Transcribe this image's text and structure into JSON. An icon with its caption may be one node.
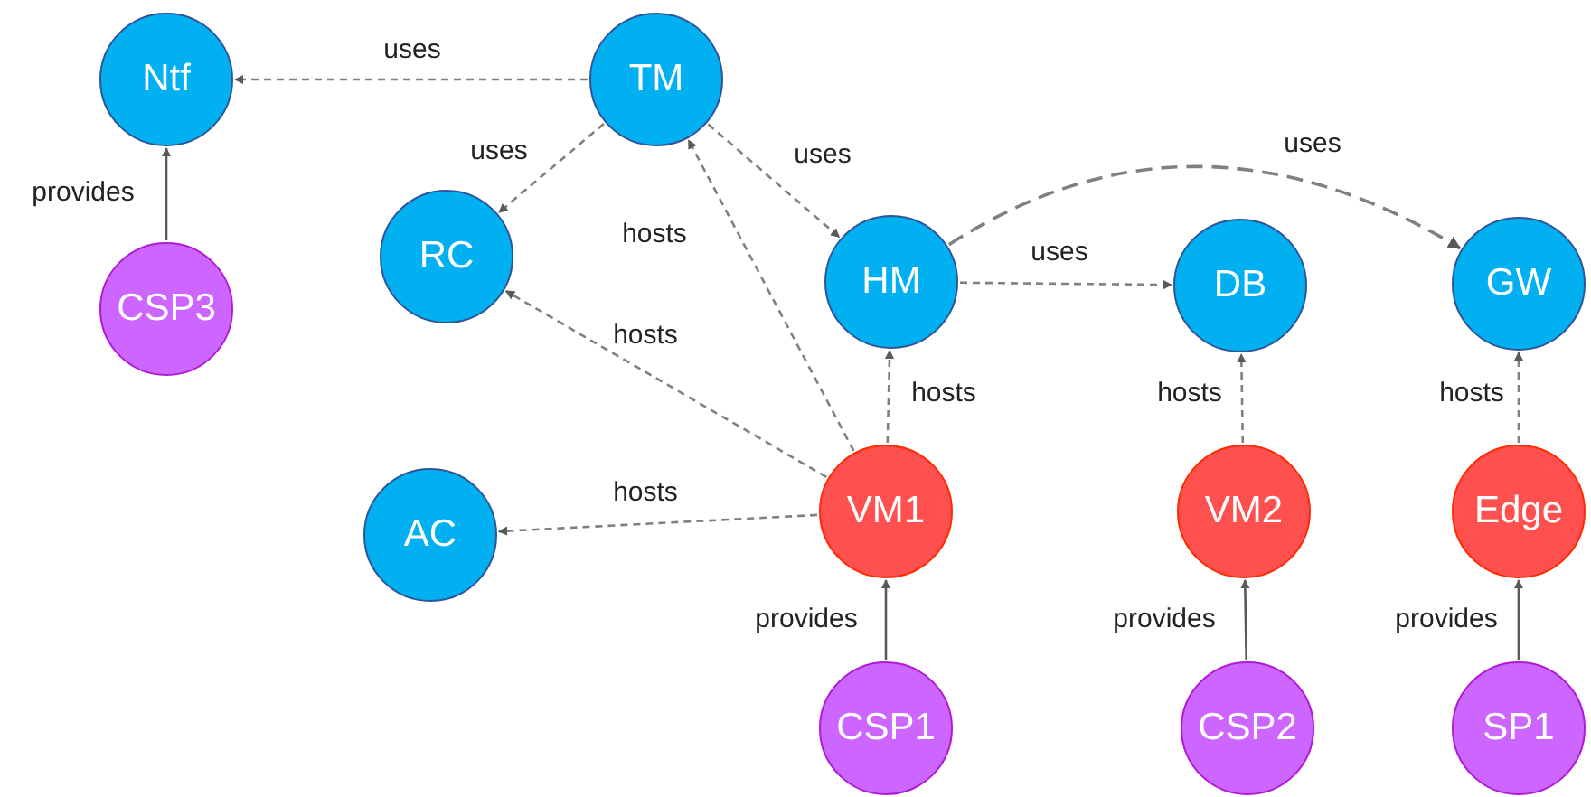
{
  "diagram": {
    "nodes": [
      {
        "text": [
          "Ntf"
        ]
      },
      {
        "text": [
          "TM"
        ]
      },
      {
        "text": [
          "RC"
        ]
      },
      {
        "text": [
          "HM"
        ]
      },
      {
        "text": [
          "DB"
        ]
      },
      {
        "text": [
          "GW"
        ]
      },
      {
        "text": [
          "CSP3"
        ]
      },
      {
        "text": [
          "AC"
        ]
      },
      {
        "text": [
          "VM1"
        ]
      },
      {
        "text": [
          "VM2"
        ]
      },
      {
        "text": [
          "Edge"
        ]
      },
      {
        "text": [
          "CSP1"
        ]
      },
      {
        "text": [
          "CSP2"
        ]
      },
      {
        "text": [
          "SP1"
        ]
      }
    ],
    "edges": [
      {
        "from": 1,
        "to": 0,
        "arrow": "to",
        "label": "uses",
        "style": "dashed"
      },
      {
        "from": 6,
        "to": 0,
        "arrow": "to",
        "label": "provides"
      },
      {
        "from": 1,
        "to": 2,
        "arrow": "to",
        "label": "uses",
        "style": "dashed"
      },
      {
        "from": 1,
        "to": 3,
        "arrow": "to",
        "label": "uses",
        "style": "dashed"
      },
      {
        "from": 3,
        "to": 4,
        "arrow": "to",
        "label": "uses",
        "style": "dashed"
      },
      {
        "from": 3,
        "to": 5,
        "arrow": "to",
        "label": "uses",
        "style": "dashed"
      },
      {
        "from": 8,
        "to": 1,
        "arrow": "to",
        "label": "hosts",
        "style": "dashed"
      },
      {
        "from": 8,
        "to": 2,
        "arrow": "to",
        "label": "hosts",
        "style": "dashed"
      },
      {
        "from": 8,
        "to": 7,
        "arrow": "to",
        "label": "hosts",
        "style": "dashed"
      },
      {
        "from": 8,
        "to": 3,
        "arrow": "to",
        "label": "hosts",
        "style": "dashed"
      },
      {
        "from": 9,
        "to": 4,
        "arrow": "to",
        "label": "hosts",
        "style": "dashed"
      },
      {
        "from": 10,
        "to": 5,
        "arrow": "to",
        "label": "hosts",
        "style": "dashed"
      },
      {
        "from": 11,
        "to": 8,
        "arrow": "to",
        "label": "provides"
      },
      {
        "from": 12,
        "to": 9,
        "arrow": "to",
        "label": "provides"
      },
      {
        "from": 13,
        "to": 10,
        "arrow": "to",
        "label": "provides"
      }
    ]
  }
}
